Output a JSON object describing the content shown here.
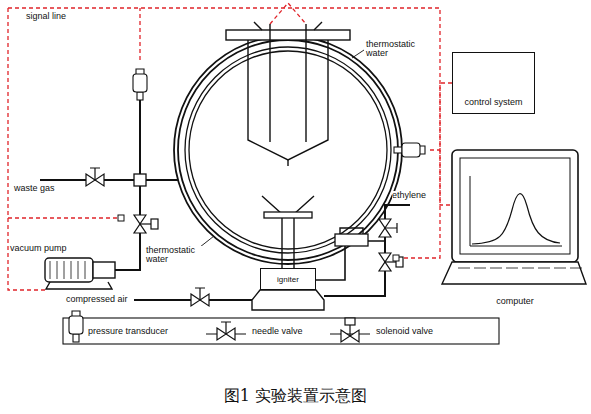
{
  "diagram": {
    "caption": "图1 实验装置示意图",
    "nodes": [
      {
        "text": [
          "control system"
        ]
      },
      {
        "text": [
          "igniter"
        ]
      },
      {
        "text": [
          "computer"
        ]
      }
    ],
    "edges": [
      {
        "from": 0,
        "to": 2,
        "arrow": "none"
      }
    ],
    "labels": [
      "signal line",
      "thermostatic water",
      "thermostatic water",
      "waste gas",
      "vacuum pump",
      "compressed air",
      "ethylene"
    ],
    "legend": [
      {
        "text": "pressure transducer"
      },
      {
        "text": "needle valve"
      },
      {
        "text": "solenoid valve"
      }
    ]
  }
}
